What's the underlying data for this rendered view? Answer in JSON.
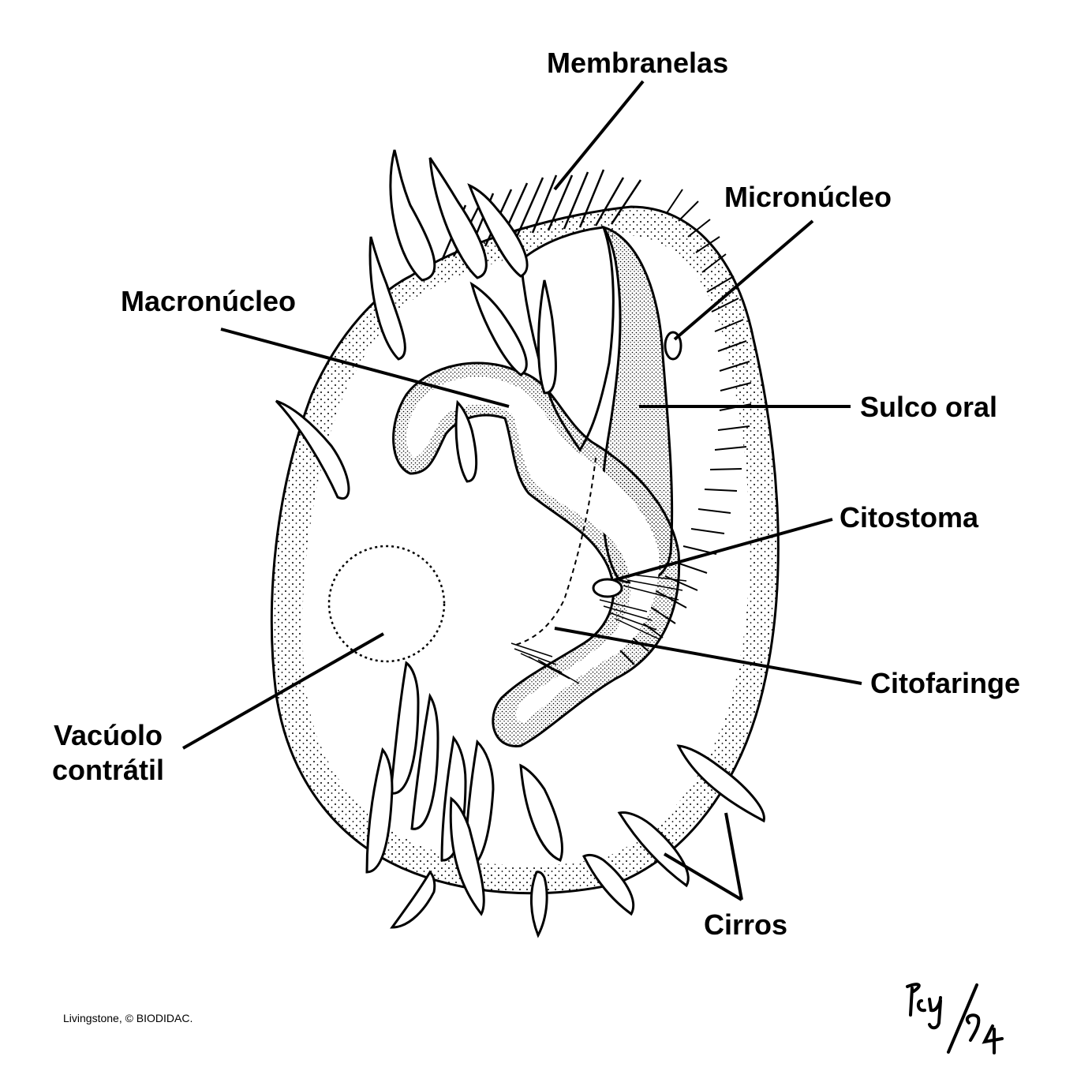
{
  "labels": {
    "membranelas": "Membranelas",
    "micronucleo": "Micronúcleo",
    "macronucleo": "Macronúcleo",
    "sulco_oral": "Sulco oral",
    "citostoma": "Citostoma",
    "citofaringe": "Citofaringe",
    "vacuolo_line1": "Vacúolo",
    "vacuolo_line2": "contrátil",
    "cirros": "Cirros"
  },
  "credit": "Livingstone, © BIODIDAC.",
  "signature": "Icy/94",
  "colors": {
    "ink": "#000000",
    "paper": "#ffffff"
  }
}
